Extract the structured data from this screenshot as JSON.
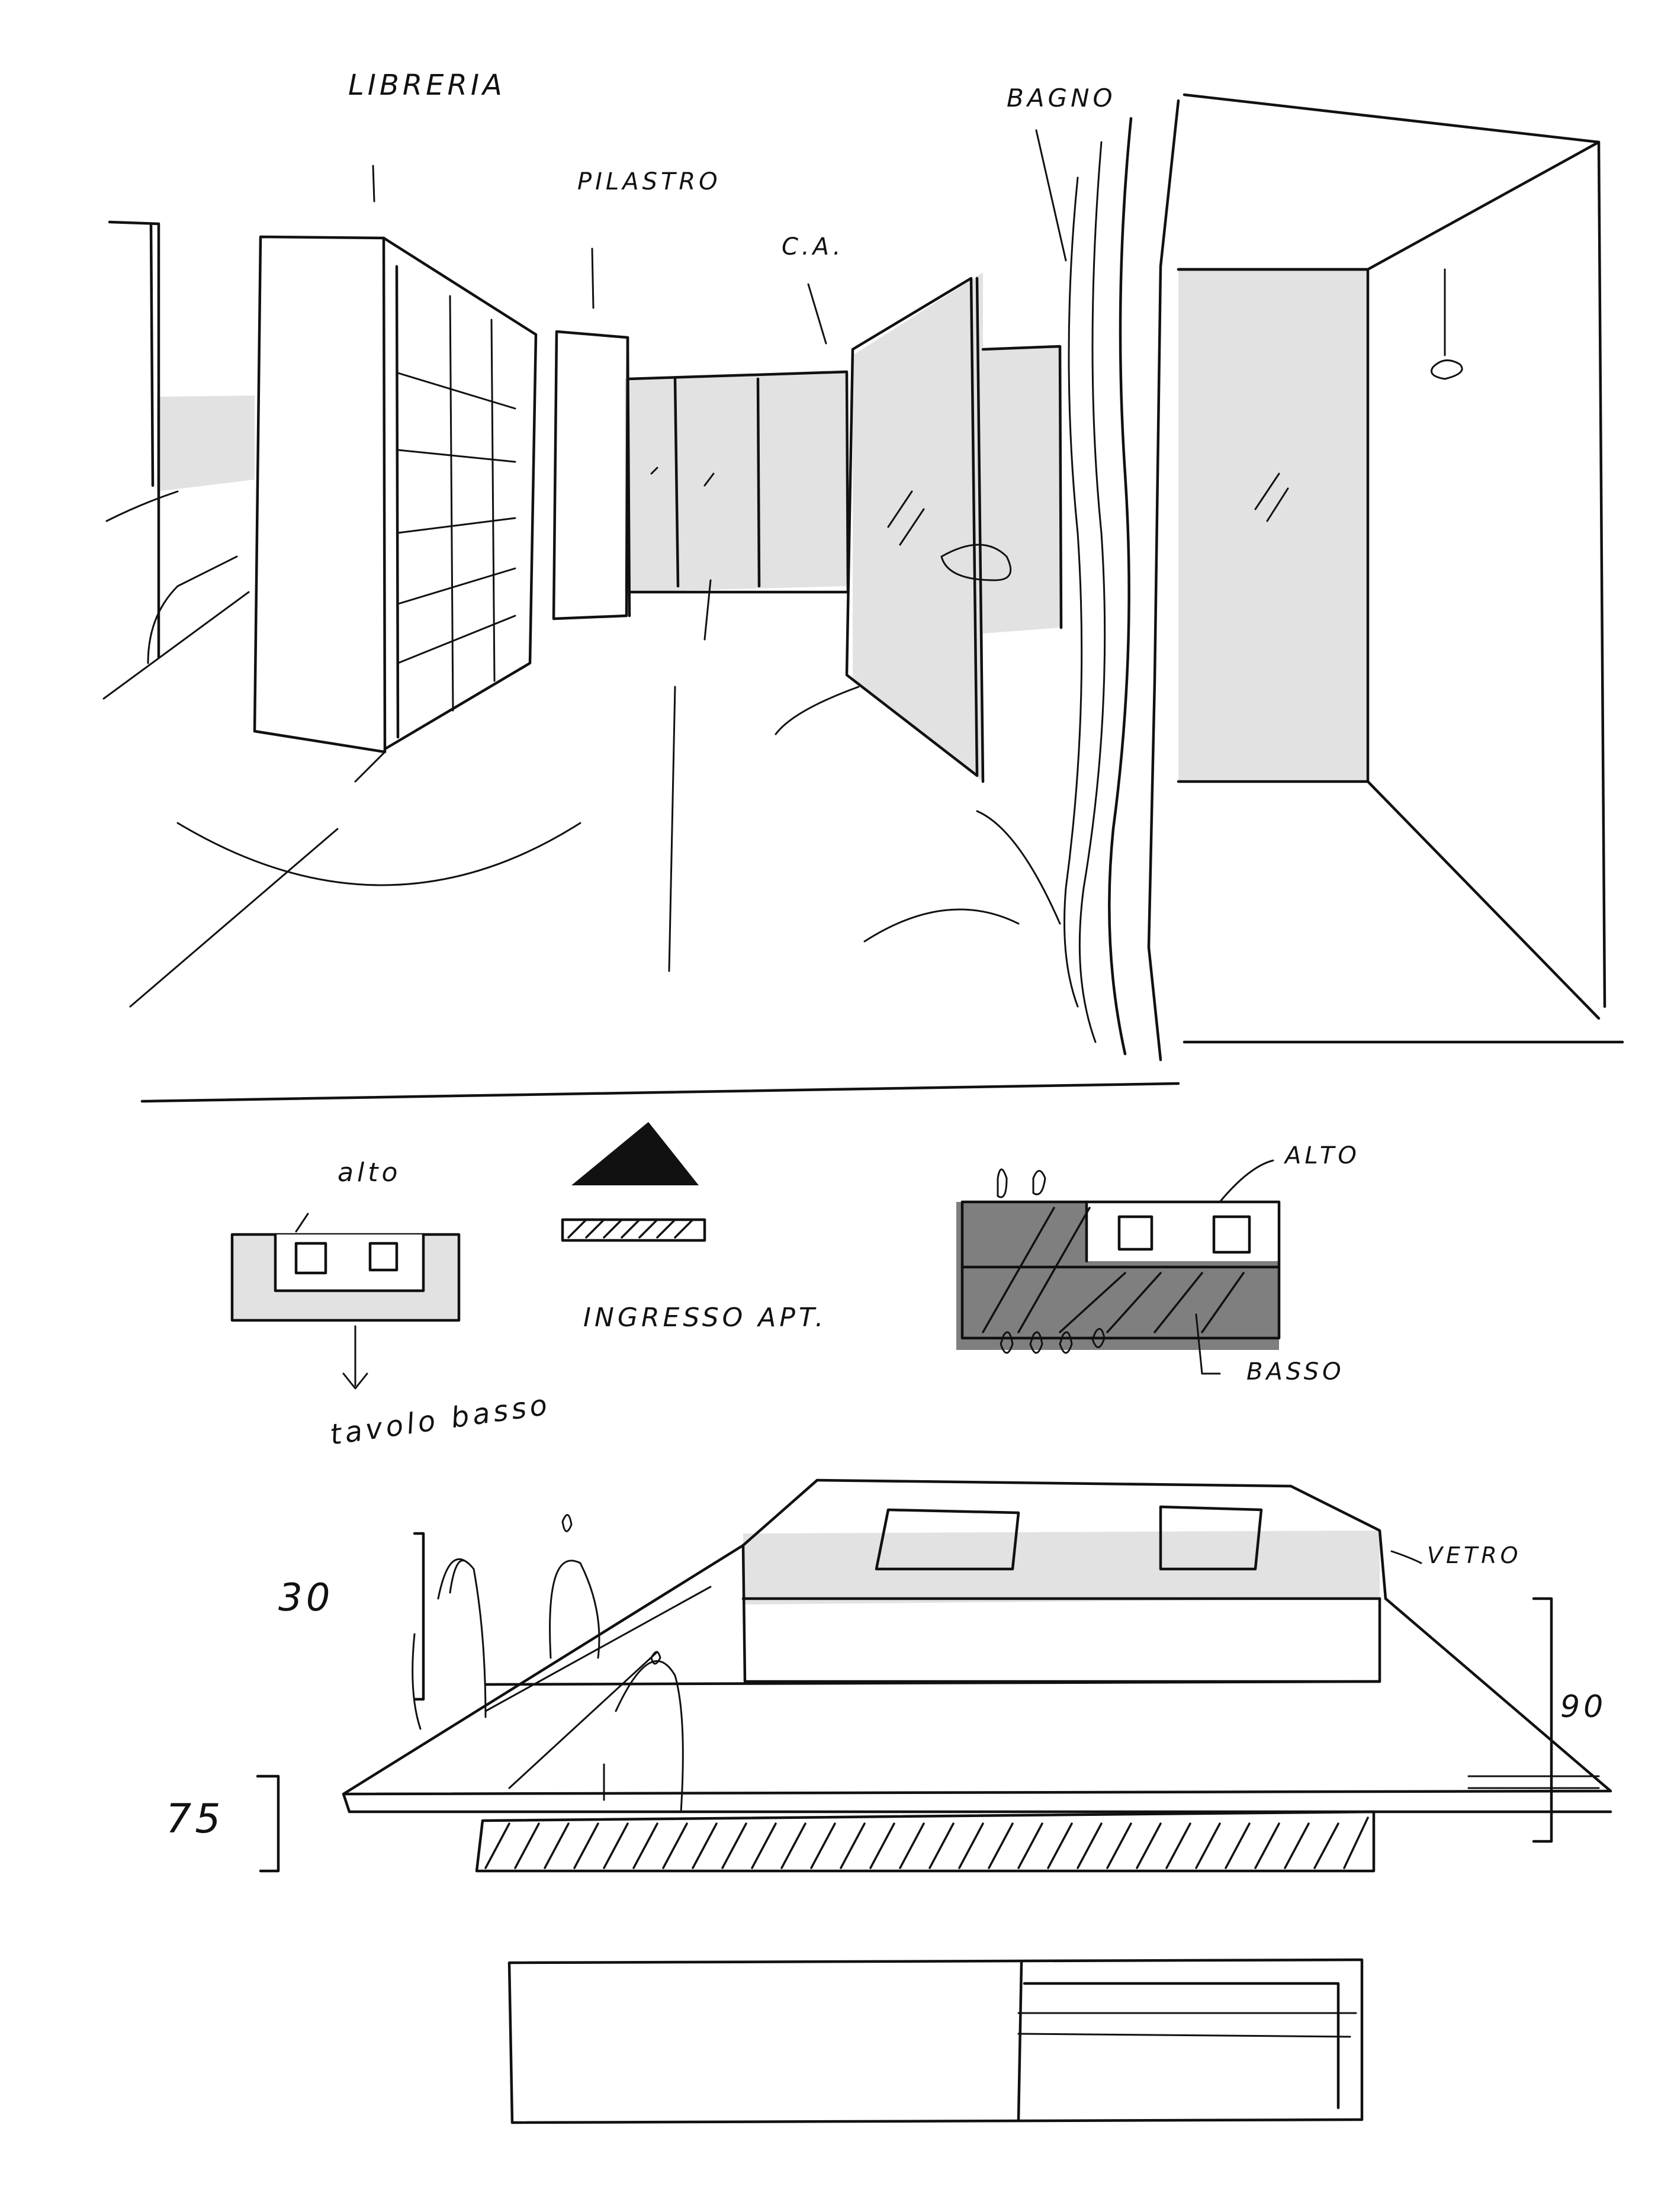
{
  "labels": {
    "libreria": "LIBRERIA",
    "pilastro": "PILASTRO",
    "ca": "C.A.",
    "bagno": "BAGNO",
    "alto_left": "alto",
    "tavolo_basso": "tavolo basso",
    "ingresso": "INGRESSO APT.",
    "alto_right": "ALTO",
    "basso": "BASSO",
    "vetro": "VETRO",
    "dim_30": "30",
    "dim_75": "75",
    "dim_90": "90"
  }
}
